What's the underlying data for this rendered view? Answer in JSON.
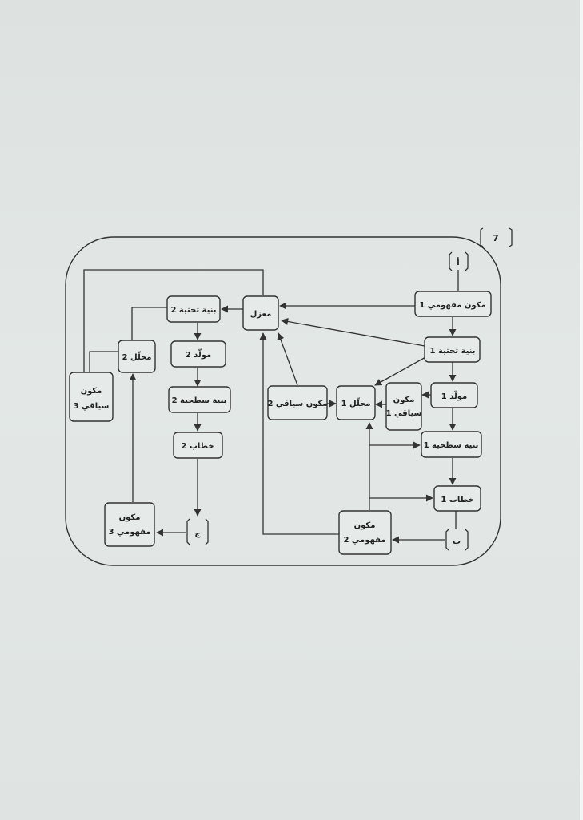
{
  "page_number": "7",
  "labels": {
    "alef": "أ",
    "ba": "ب",
    "jim": "ج",
    "concept1": "مكون مفهومي 1",
    "deep1": "بنية تحتية 1",
    "gen1": "مولّد 1",
    "surface1": "بنية سطحية 1",
    "discourse1": "خطاب 1",
    "context1_a": "مكون",
    "context1_b": "سياقي 1",
    "analyzer1": "محلّل 1",
    "context2": "مكون سياقي 2",
    "isolator": "معزل",
    "concept2_a": "مكون",
    "concept2_b": "مفهومي 2",
    "deep2": "بنية تحتية 2",
    "gen2": "مولّد 2",
    "surface2": "بنية سطحية 2",
    "discourse2": "خطاب 2",
    "analyzer2": "محلّل 2",
    "context3_a": "مكون",
    "context3_b": "سياقي 3",
    "concept3_a": "مكون",
    "concept3_b": "مفهومي 3"
  }
}
